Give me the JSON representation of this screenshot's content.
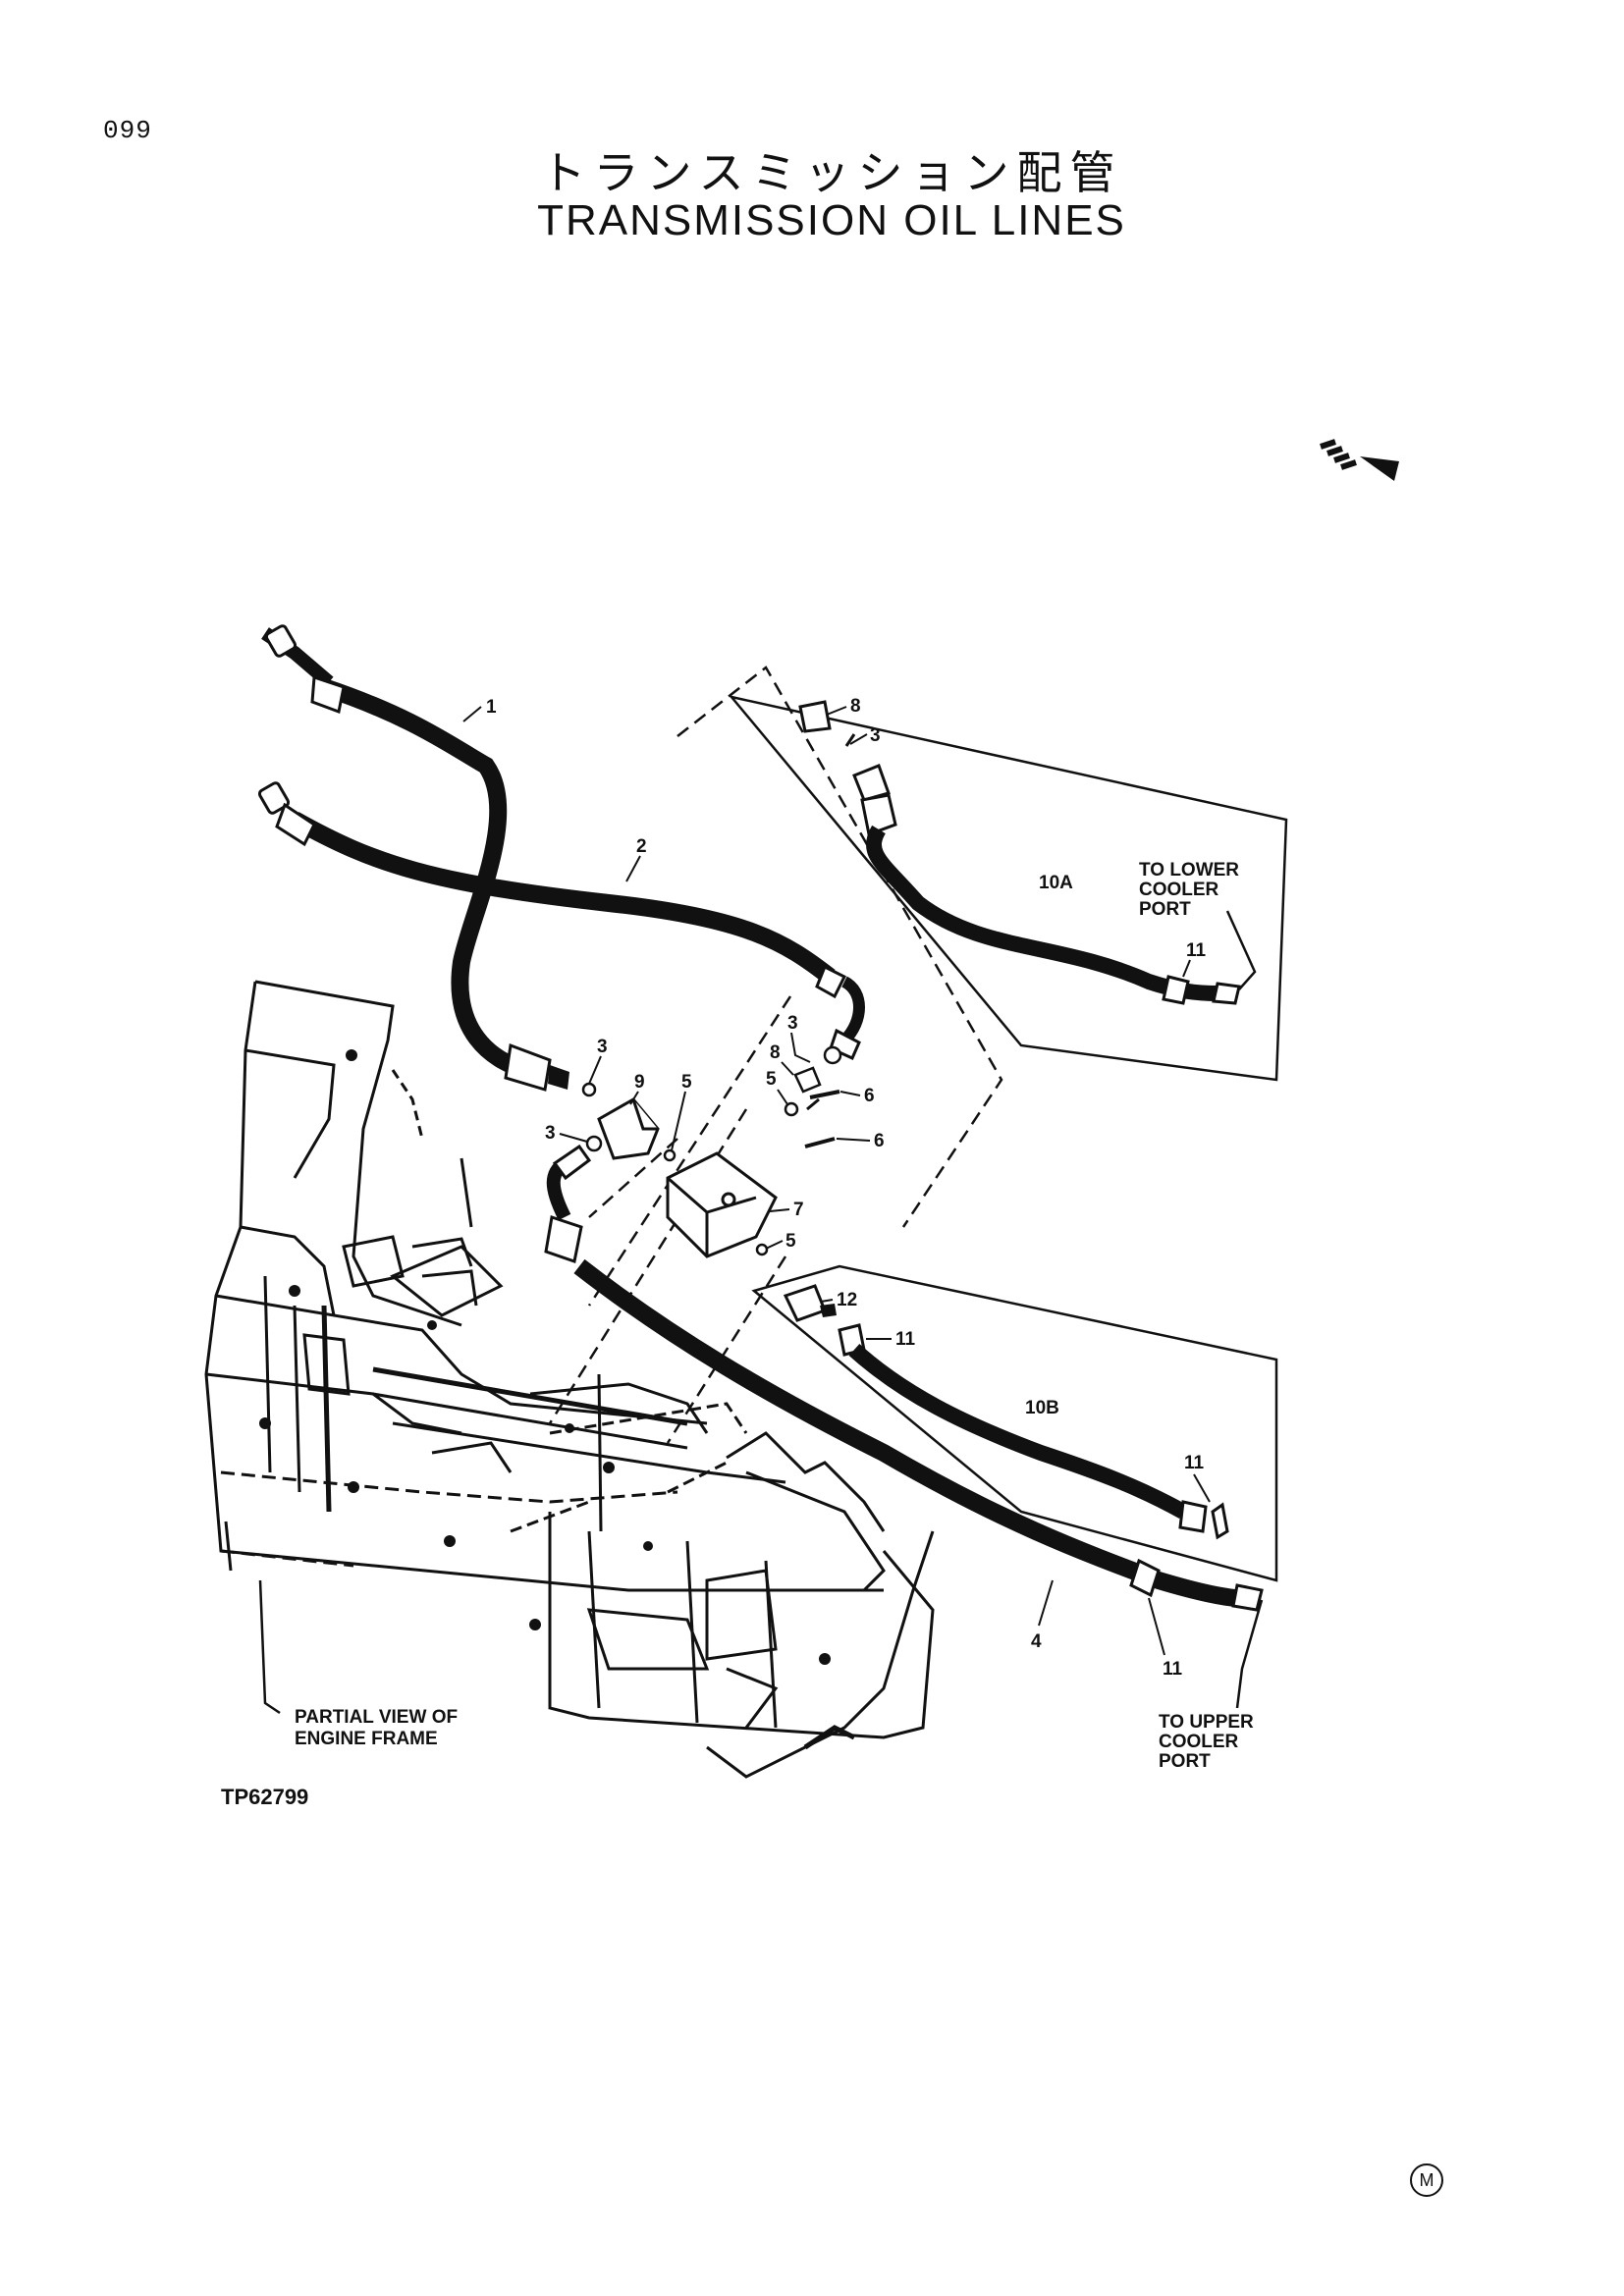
{
  "page": {
    "number": "099",
    "title_japanese": "トランスミッション配管",
    "title_english": "TRANSMISSION OIL LINES",
    "drawing_reference": "TP62799",
    "corner_mark": "M"
  },
  "callouts": {
    "c1": "1",
    "c2": "2",
    "c3a": "3",
    "c3b": "3",
    "c3c": "3",
    "c3d": "3",
    "c4": "4",
    "c5a": "5",
    "c5b": "5",
    "c5c": "5",
    "c6a": "6",
    "c6b": "6",
    "c7": "7",
    "c8a": "8",
    "c8b": "8",
    "c9": "9",
    "c10a": "10A",
    "c10b": "10B",
    "c11a": "11",
    "c11b": "11",
    "c11c": "11",
    "c11d": "11",
    "c12": "12"
  },
  "notes": {
    "lower_port": [
      "TO LOWER",
      "COOLER",
      "PORT"
    ],
    "upper_port": [
      "TO UPPER",
      "COOLER",
      "PORT"
    ],
    "engine_frame": [
      "PARTIAL VIEW OF",
      "ENGINE FRAME"
    ]
  },
  "colors": {
    "ink": "#111111",
    "paper": "#ffffff"
  }
}
